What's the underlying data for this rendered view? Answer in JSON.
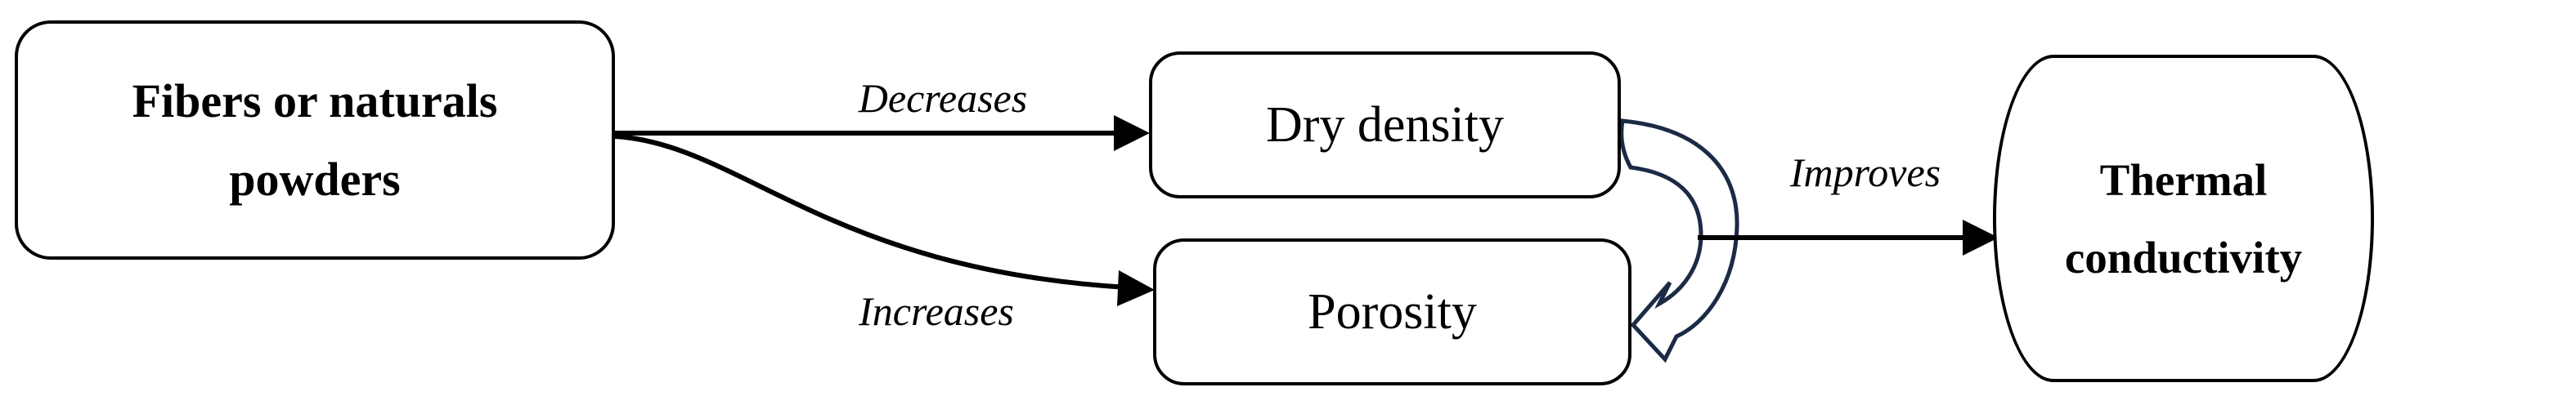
{
  "figure": {
    "background_color": "#ffffff",
    "line_color": "#000000",
    "curved_arrow_color": "#1b2a45",
    "nodes": {
      "source": {
        "line1": "Fibers or naturals",
        "line2": "powders"
      },
      "dry_density": {
        "label": "Dry density"
      },
      "porosity": {
        "label": "Porosity"
      },
      "thermal_conductivity": {
        "line1": "Thermal",
        "line2": "conductivity"
      }
    },
    "edge_labels": {
      "decreases": "Decreases",
      "increases": "Increases",
      "improves": "Improves"
    }
  }
}
